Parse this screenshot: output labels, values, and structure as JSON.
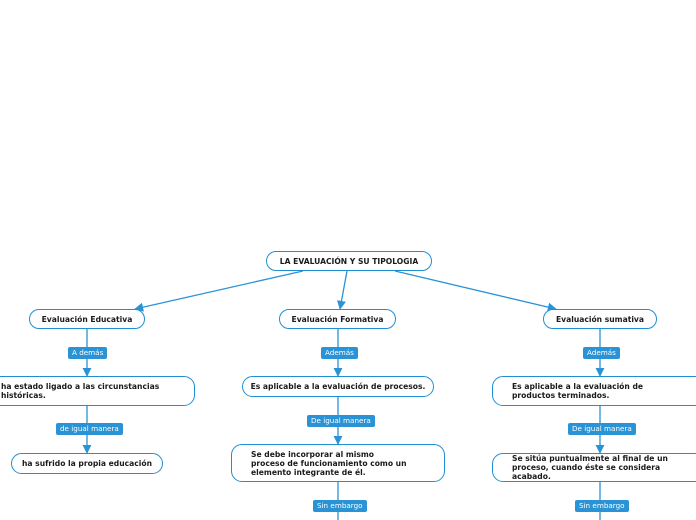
{
  "colors": {
    "line": "#2a93d6",
    "border": "#1f8fd3",
    "tag_bg": "#2a93d6"
  },
  "root": {
    "label": "LA EVALUACIÓN Y SU TIPOLOGIA"
  },
  "branches": [
    {
      "title": "Evaluación Educativa",
      "connector1": "A demás",
      "point1": "ha estado ligado a las circunstancias históricas.",
      "connector2": "de igual manera",
      "point2": "ha sufrido la propia educación"
    },
    {
      "title": "Evaluación Formativa",
      "connector1": "Además",
      "point1": "Es aplicable a la evaluación de procesos.",
      "connector2": "De igual manera",
      "point2": "Se debe incorporar al mismo proceso de funcionamiento como un elemento integrante de él.",
      "connector3": "Sin embargo"
    },
    {
      "title": "Evaluación sumativa",
      "connector1": "Además",
      "point1": "Es aplicable a la evaluación de productos terminados.",
      "connector2": "De igual manera",
      "point2": "Se sitúa puntualmente al final de un proceso, cuando éste se considera acabado.",
      "connector3": "Sin embargo"
    }
  ]
}
